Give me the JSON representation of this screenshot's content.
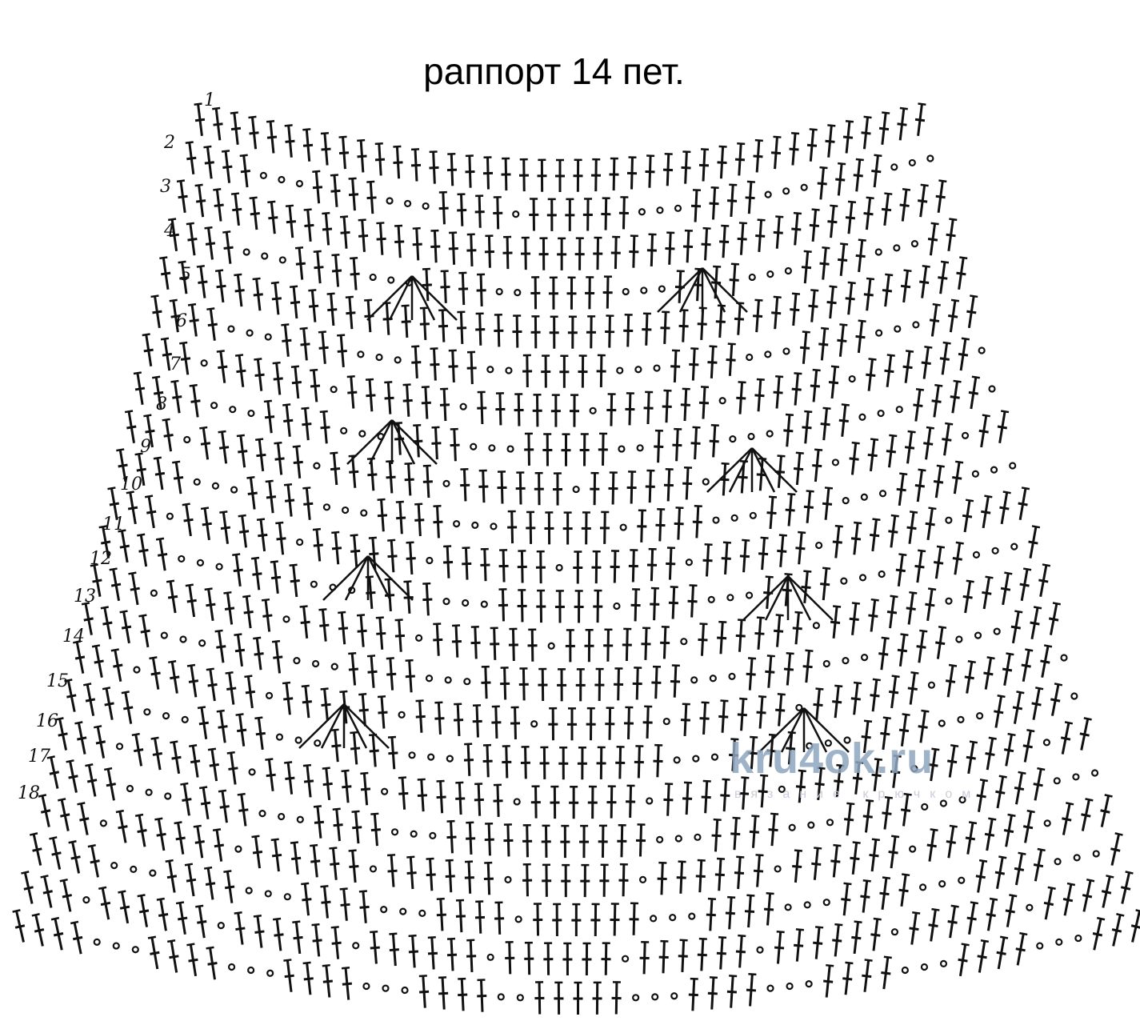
{
  "title": "раппорт 14 пет.",
  "row_labels": [
    "1",
    "2",
    "3",
    "4",
    "5",
    "6",
    "7",
    "8",
    "9",
    "10",
    "11",
    "12",
    "13",
    "14",
    "15",
    "16",
    "17",
    "18"
  ],
  "watermark": {
    "site": "kru4ok.ru",
    "tagline": "вязание крючком"
  },
  "stitch_repeat": 14,
  "colors": {
    "ink": "#111111",
    "watermark": "#8fa6bf"
  }
}
